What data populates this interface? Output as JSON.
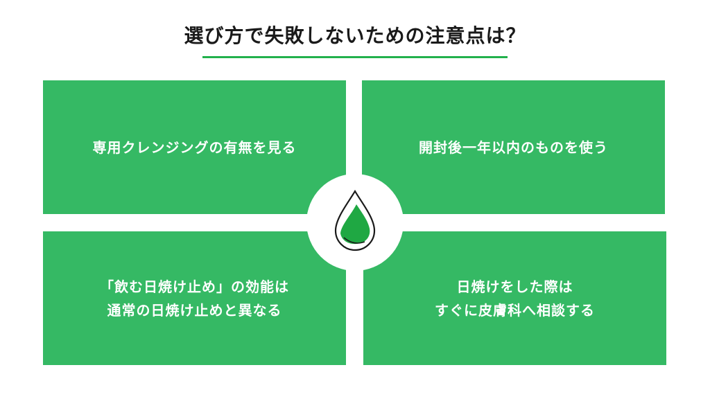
{
  "header": {
    "title": "選び方で失敗しないための注意点は？",
    "underline_color": "#22b14c"
  },
  "panels": [
    {
      "text": "専用クレンジングの有無を見る"
    },
    {
      "text": "開封後一年以内のものを使う"
    },
    {
      "text": "「飲む日焼け止め」の効能は\n通常の日焼け止めと異なる"
    },
    {
      "text": "日焼けをした際は\nすぐに皮膚科へ相談する"
    }
  ],
  "center": {
    "icon": "water-drop-icon",
    "fill_color": "#1fa843"
  },
  "colors": {
    "panel_bg": "#35b964",
    "panel_text": "#ffffff",
    "title_text": "#1a1a1a"
  }
}
